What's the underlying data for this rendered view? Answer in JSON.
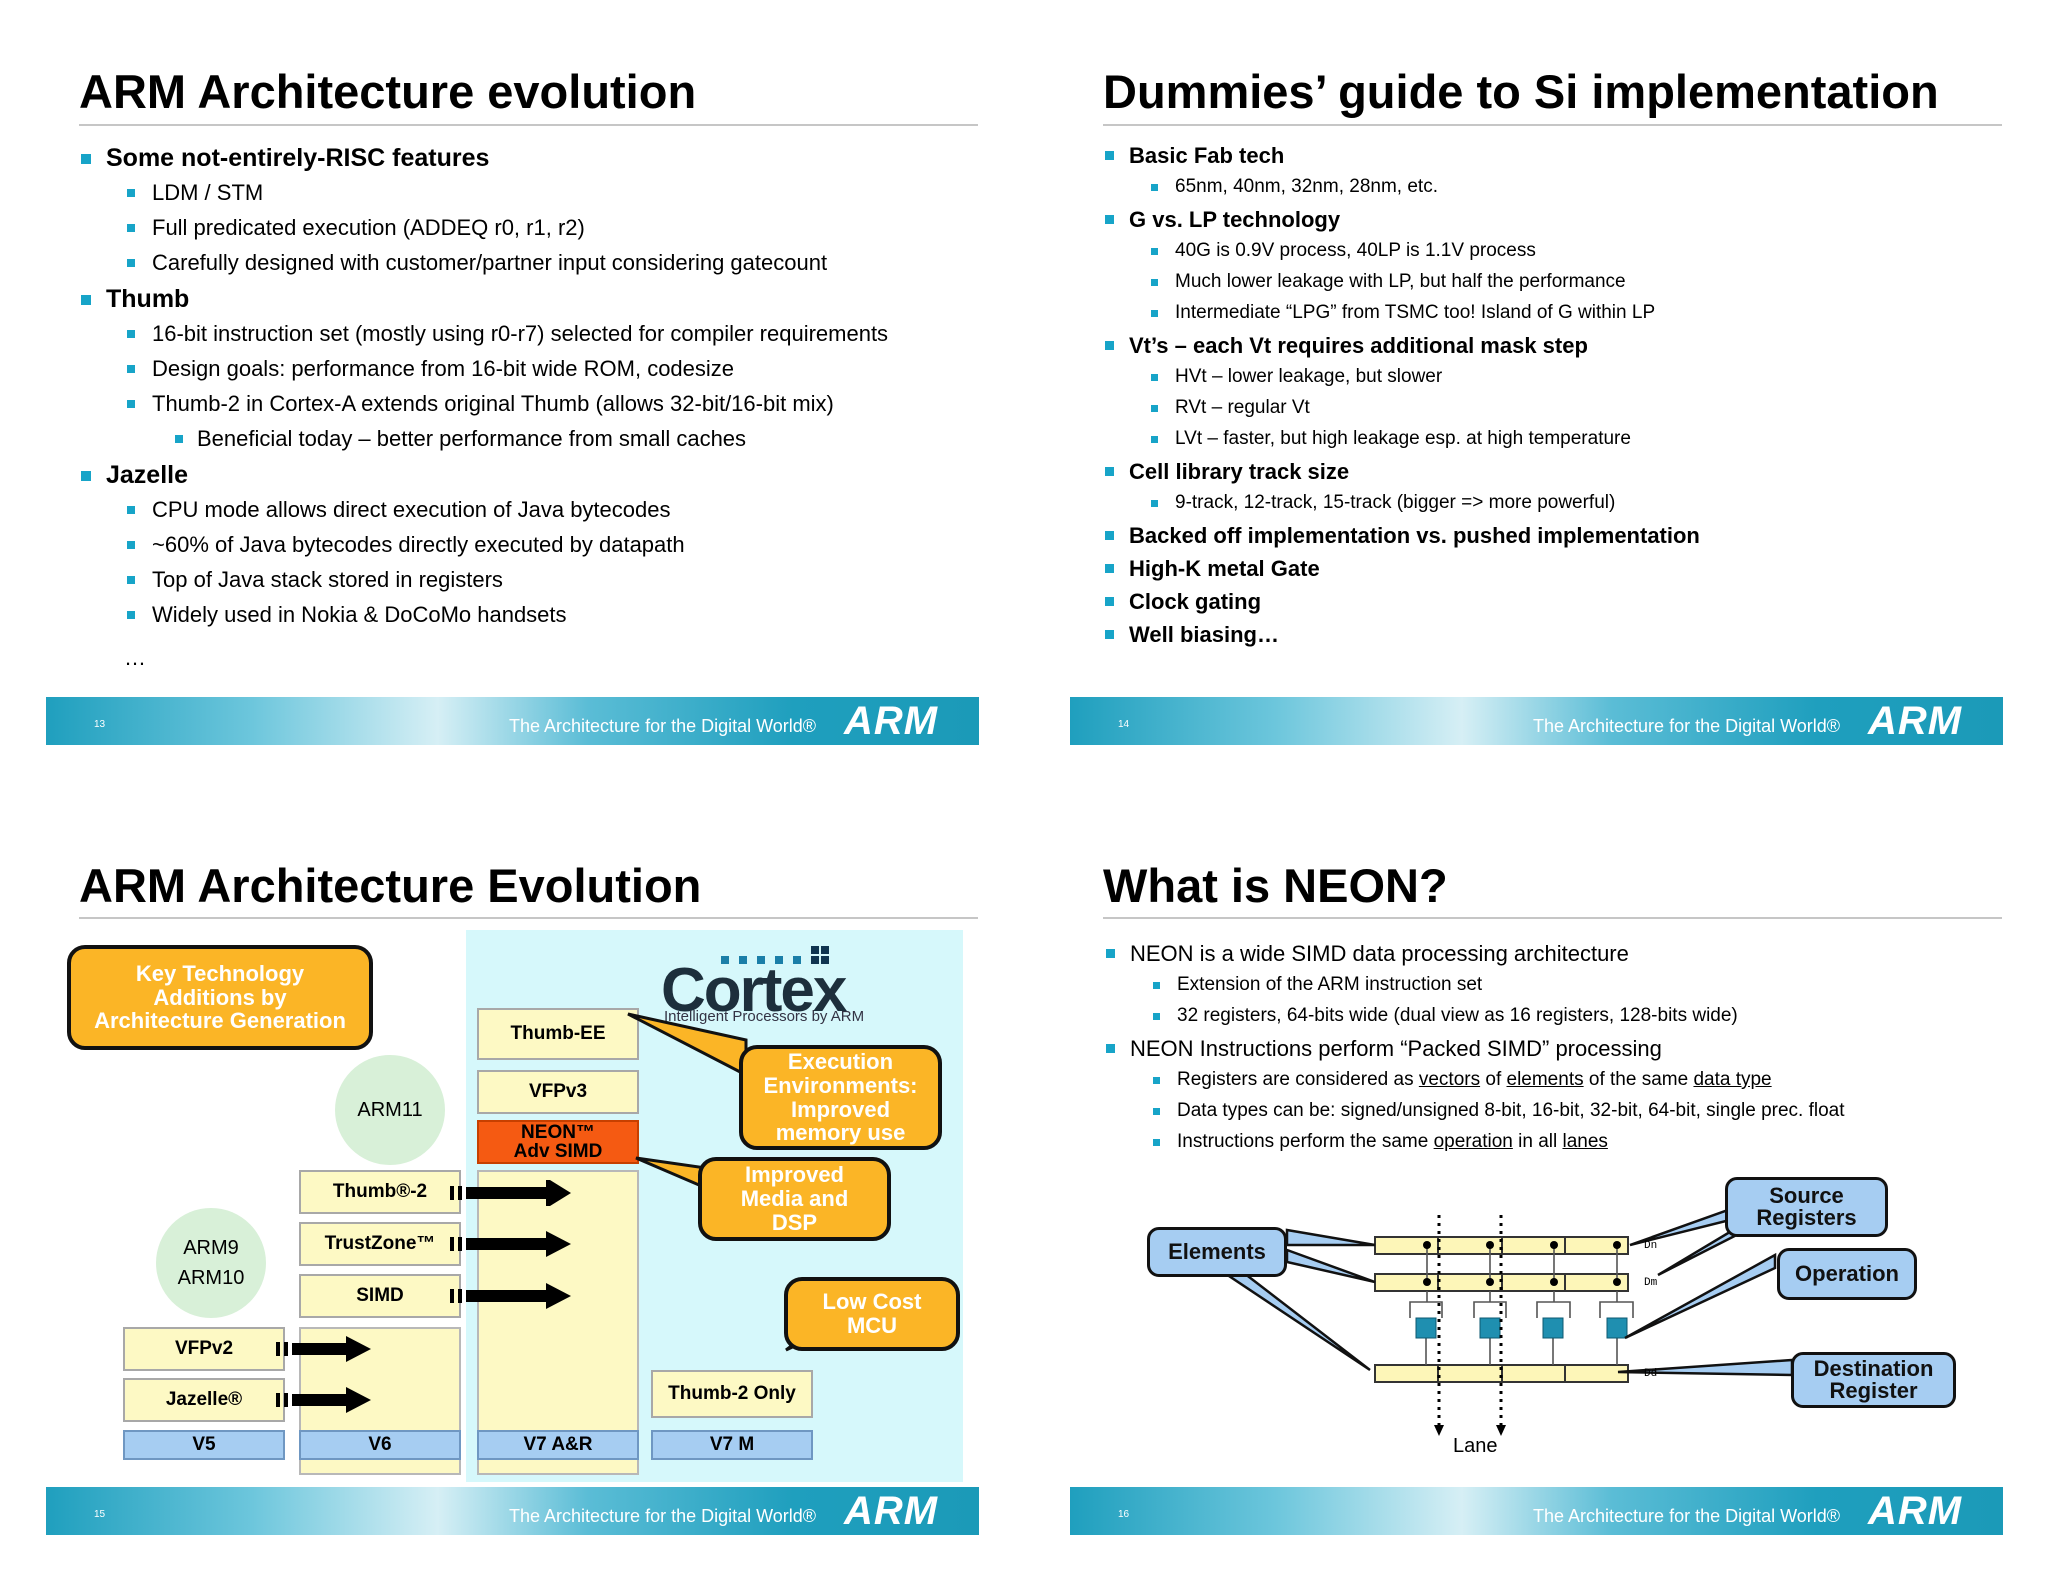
{
  "slide1": {
    "title": "ARM Architecture evolution",
    "bullets": [
      {
        "level": 1,
        "text": "Some not-entirely-RISC features"
      },
      {
        "level": 2,
        "text": "LDM / STM"
      },
      {
        "level": 2,
        "text": "Full predicated execution (ADDEQ r0, r1, r2)"
      },
      {
        "level": 2,
        "text": "Carefully designed with customer/partner input considering gatecount"
      },
      {
        "level": 1,
        "text": "Thumb"
      },
      {
        "level": 2,
        "text": "16-bit instruction set (mostly using r0-r7) selected for compiler requirements"
      },
      {
        "level": 2,
        "text": "Design goals: performance from 16-bit wide ROM, codesize"
      },
      {
        "level": 2,
        "text": "Thumb-2 in Cortex-A extends original Thumb (allows 32-bit/16-bit mix)"
      },
      {
        "level": 3,
        "text": "Beneficial today – better performance from small caches"
      },
      {
        "level": 1,
        "text": "Jazelle"
      },
      {
        "level": 2,
        "text": "CPU mode allows direct execution of Java bytecodes"
      },
      {
        "level": 2,
        "text": "~60% of Java bytecodes directly executed by datapath"
      },
      {
        "level": 2,
        "text": "Top of Java stack stored in registers"
      },
      {
        "level": 2,
        "text": "Widely used in Nokia & DoCoMo handsets"
      }
    ],
    "ellipsis": "…",
    "page": "13"
  },
  "slide2": {
    "title": "Dummies’ guide to Si implementation",
    "bullets": [
      {
        "level": 1,
        "text": "Basic Fab tech"
      },
      {
        "level": 2,
        "text": "65nm, 40nm, 32nm, 28nm, etc."
      },
      {
        "level": 1,
        "text": "G vs. LP technology"
      },
      {
        "level": 2,
        "text": "40G is 0.9V process, 40LP is 1.1V process"
      },
      {
        "level": 2,
        "text": "Much lower leakage with LP, but half the performance"
      },
      {
        "level": 2,
        "text": "Intermediate “LPG” from TSMC too!  Island of G within LP"
      },
      {
        "level": 1,
        "text": "Vt’s – each Vt requires additional mask step"
      },
      {
        "level": 2,
        "text": "HVt – lower leakage, but slower"
      },
      {
        "level": 2,
        "text": "RVt – regular Vt"
      },
      {
        "level": 2,
        "text": "LVt – faster, but high leakage esp. at high temperature"
      },
      {
        "level": 1,
        "text": "Cell library track size"
      },
      {
        "level": 2,
        "text": "9-track, 12-track, 15-track  (bigger => more powerful)"
      },
      {
        "level": 1,
        "text": "Backed off implementation vs. pushed implementation"
      },
      {
        "level": 1,
        "text": "High-K metal Gate"
      },
      {
        "level": 1,
        "text": "Clock gating"
      },
      {
        "level": 1,
        "text": "Well biasing…"
      }
    ],
    "page": "14"
  },
  "slide3": {
    "title": "ARM Architecture Evolution",
    "key_callout": [
      "Key Technology",
      "Additions by",
      "Architecture Generation"
    ],
    "cortex_logo": "Cortex",
    "cortex_tagline": "Intelligent Processors by ARM",
    "circles": {
      "arm11": "ARM11",
      "arm9": "ARM9",
      "arm10": "ARM10"
    },
    "boxes": {
      "thumb_ee": "Thumb-EE",
      "vfpv3": "VFPv3",
      "neon_1": "NEON™",
      "neon_2": "Adv SIMD",
      "thumb2": "Thumb®-2",
      "trustzone": "TrustZone™",
      "simd": "SIMD",
      "vfpv2": "VFPv2",
      "jazelle": "Jazelle®",
      "thumb2_only": "Thumb-2 Only"
    },
    "versions": [
      "V5",
      "V6",
      "V7 A&R",
      "V7 M"
    ],
    "callouts": {
      "exec_env": [
        "Execution",
        "Environments:",
        "Improved",
        "memory use"
      ],
      "media": [
        "Improved",
        "Media and",
        "DSP"
      ],
      "low_cost": [
        "Low Cost",
        "MCU"
      ]
    },
    "colors": {
      "callout": "#fbb526",
      "box": "#fdf9c4",
      "neon": "#f55a12",
      "version": "#a6cdf2",
      "cortex_bg": "#d6f8fb"
    },
    "page": "15"
  },
  "slide4": {
    "title": "What is NEON?",
    "bullets": [
      {
        "level": 1,
        "parts": [
          {
            "t": "NEON is a wide SIMD data processing architecture"
          }
        ]
      },
      {
        "level": 2,
        "parts": [
          {
            "t": "Extension of the ARM instruction set"
          }
        ]
      },
      {
        "level": 2,
        "parts": [
          {
            "t": "32 registers, 64-bits wide (dual view as 16 registers, 128-bits wide)"
          }
        ]
      },
      {
        "level": 1,
        "parts": [
          {
            "t": "NEON Instructions perform “Packed SIMD” processing"
          }
        ]
      },
      {
        "level": 2,
        "parts": [
          {
            "t": "Registers are considered as "
          },
          {
            "t": "vectors",
            "u": true
          },
          {
            "t": " of "
          },
          {
            "t": "elements",
            "u": true
          },
          {
            "t": " of the same "
          },
          {
            "t": "data type",
            "u": true
          }
        ]
      },
      {
        "level": 2,
        "parts": [
          {
            "t": "Data types can be: signed/unsigned 8-bit, 16-bit, 32-bit, 64-bit, single prec. float"
          }
        ]
      },
      {
        "level": 2,
        "parts": [
          {
            "t": "Instructions perform the same "
          },
          {
            "t": "operation",
            "u": true
          },
          {
            "t": " in all "
          },
          {
            "t": "lanes",
            "u": true
          }
        ]
      }
    ],
    "diagram": {
      "elements": "Elements",
      "source": [
        "Source",
        "Registers"
      ],
      "operation": "Operation",
      "destination": [
        "Destination",
        "Register"
      ],
      "reg_dn": "Dn",
      "reg_dm": "Dm",
      "reg_dd": "Dd",
      "lane": "Lane"
    },
    "page": "16"
  },
  "footer": {
    "tagline": "The Architecture for the Digital World®",
    "logo": "ARM"
  }
}
